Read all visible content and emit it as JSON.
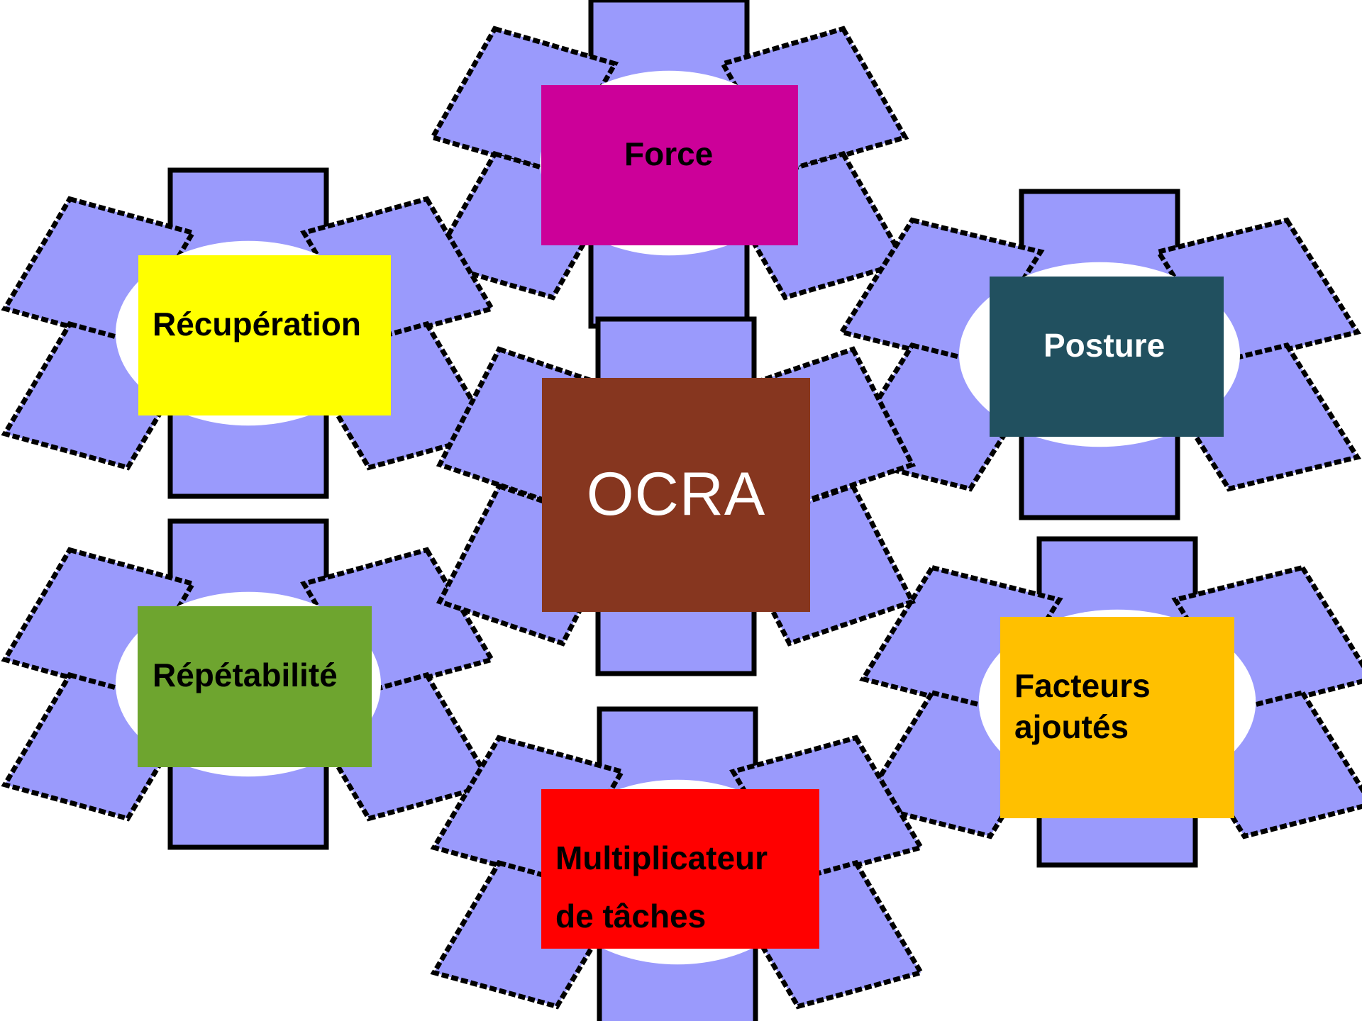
{
  "diagram": {
    "center": {
      "label": "OCRA",
      "color": "#86361f",
      "text_color": "#ffffff"
    },
    "nodes": [
      {
        "id": "force",
        "label": "Force",
        "color": "#cc0099",
        "text_color": "#000000"
      },
      {
        "id": "recuperation",
        "label": "Récupération",
        "color": "#ffff00",
        "text_color": "#000000"
      },
      {
        "id": "posture",
        "label": "Posture",
        "color": "#21505f",
        "text_color": "#ffffff"
      },
      {
        "id": "repetabilite",
        "label": "Répétabilité",
        "color": "#6ea52f",
        "text_color": "#000000"
      },
      {
        "id": "facteurs-ajoutes",
        "label_line1": "Facteurs",
        "label_line2": "ajoutés",
        "color": "#ffc000",
        "text_color": "#000000"
      },
      {
        "id": "multiplicateur-taches",
        "label_line1": "Multiplicateur",
        "label_line2": "de tâches",
        "color": "#ff0000",
        "text_color": "#000000"
      }
    ],
    "decoration": {
      "shape_fill": "#9a9afc",
      "outline": "#000000"
    }
  }
}
